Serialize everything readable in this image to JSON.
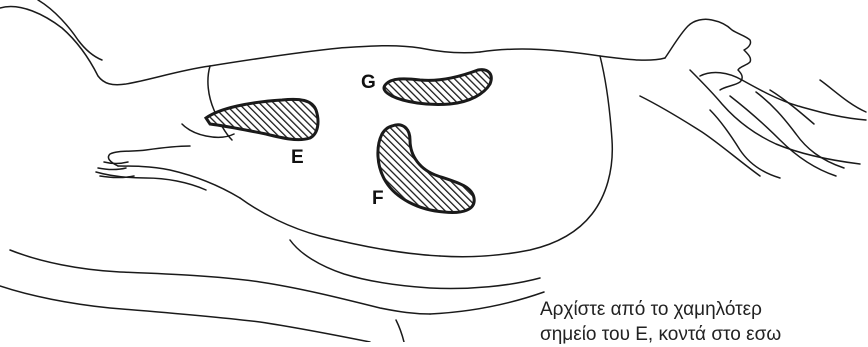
{
  "labels": {
    "e": "E",
    "f": "F",
    "g": "G"
  },
  "caption": {
    "line1": "Αρχίστε από το χαμηλότερ",
    "line2": "σημείο του Ε, κοντά στο εσω"
  },
  "colors": {
    "stroke": "#1a1a1a",
    "hatch": "#1a1a1a",
    "background": "#ffffff"
  }
}
